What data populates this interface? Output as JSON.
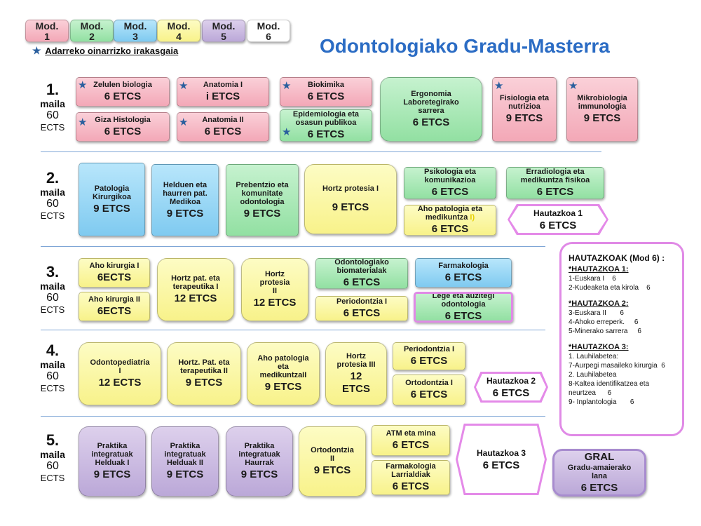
{
  "title": "Odontologiako Gradu-Masterra",
  "modules": [
    {
      "label": "Mod.\n1",
      "color": "#f3a8b7"
    },
    {
      "label": "Mod.\n2",
      "color": "#92e0a2"
    },
    {
      "label": "Mod.\n3",
      "color": "#7fcaf0"
    },
    {
      "label": "Mod.\n4",
      "color": "#f8f28a"
    },
    {
      "label": "Mod.\n5",
      "color": "#bba8d8"
    },
    {
      "label": "Mod.\n6",
      "color": "#e08ae6"
    }
  ],
  "legend": {
    "icon": "star-icon",
    "text": "Adarreko oinarrizko irakasgaia"
  },
  "years": [
    {
      "num": "1.",
      "maila": "maila",
      "ects": "60",
      "unit": "ECTS"
    },
    {
      "num": "2.",
      "maila": "maila",
      "ects": "60",
      "unit": "ECTS"
    },
    {
      "num": "3.",
      "maila": "maila",
      "ects": "60",
      "unit": "ECTS"
    },
    {
      "num": "4.",
      "maila": "maila",
      "ects": "60",
      "unit": "ECTS"
    },
    {
      "num": "5.",
      "maila": "maila",
      "ects": "60",
      "unit": "ECTS"
    }
  ],
  "courses": {
    "zelulen": {
      "name": "Zelulen biologia",
      "ects": "6 ETCS"
    },
    "giza": {
      "name": "Giza Histologia",
      "ects": "6 ETCS"
    },
    "anat1": {
      "name": "Anatomia  I",
      "ects": "i ETCS"
    },
    "anat2": {
      "name": "Anatomia  II",
      "ects": "6 ETCS"
    },
    "biokimika": {
      "name": "Biokimika",
      "ects": "6 ETCS"
    },
    "epidem": {
      "name": "Epidemiologia eta\nosasun publikoa",
      "ects": "6 ETCS"
    },
    "ergonomia": {
      "name": "Ergonomia\nLaboretegirako\nsarrera",
      "ects": "6 ETCS"
    },
    "fisiologia": {
      "name": "Fisiologia eta\nnutrizioa",
      "ects": "9 ETCS"
    },
    "mikro": {
      "name": "Mikrobiologia\nimmunologia",
      "ects": "9 ETCS"
    },
    "patologia": {
      "name": "Patologia\nKirurgikoa",
      "ects": "9 ETCS"
    },
    "helduen": {
      "name": "Helduen eta\nhaurren pat.\nMedikoa",
      "ects": "9 ETCS"
    },
    "prebentzio": {
      "name": "Prebentzio eta\nkomunitate\nodontologia",
      "ects": "9 ETCS"
    },
    "hortzprot1": {
      "name": "Hortz protesia I",
      "ects": "9 ETCS"
    },
    "psikologia": {
      "name": "Psikologia eta\nkomunikazioa",
      "ects": "6 ETCS"
    },
    "erradio": {
      "name": "Erradiologia eta\nmedikuntza fisikoa",
      "ects": "6 ETCS"
    },
    "ahopat1": {
      "name": "Aho patologia eta\nmedikuntza",
      "note": "I)",
      "ects": "6 ETCS"
    },
    "hautazkoa1": {
      "name": "Hautazkoa 1",
      "ects": "6 ETCS"
    },
    "ahokir1": {
      "name": "Aho kirurgia I",
      "ects": "6ECTS"
    },
    "ahokir2": {
      "name": "Aho kirurgia II",
      "ects": "6ECTS"
    },
    "hortzpat1": {
      "name": "Hortz pat. eta\nterapeutika  I",
      "ects": "12 ETCS"
    },
    "hortzprot2": {
      "name": "Hortz\nprotesia\nII",
      "ects": "12 ETCS"
    },
    "biomat": {
      "name": "Odontologiako\nbiomaterialak",
      "ects": "6 ETCS"
    },
    "periodontzia1": {
      "name": "Periodontzia I",
      "ects": "6 ETCS"
    },
    "farmakologia": {
      "name": "Farmakologia",
      "ects": "6 ETCS"
    },
    "lege": {
      "name": "Lege eta auzitegi\nodontologia",
      "ects": "6 ETCS"
    },
    "odontoped": {
      "name": "Odontopediatria\nI",
      "ects": "12 ECTS"
    },
    "hortzpat2": {
      "name": "Hortz. Pat. eta\nterapeutika  II",
      "ects": "9 ETCS"
    },
    "ahopat2": {
      "name": "Aho patologia\neta\nmedikuntzaII",
      "ects": "9 ETCS"
    },
    "hortzprot3": {
      "name": "Hortz\nprotesia III",
      "ects": "12\nETCS"
    },
    "periodontzia1b": {
      "name": "Periodontzia I",
      "ects": "6 ETCS"
    },
    "ortodontzia1": {
      "name": "Ortodontzia I",
      "ects": "6 ETCS"
    },
    "hautazkoa2": {
      "name": "Hautazkoa 2",
      "ects": "6 ETCS"
    },
    "praktikaH1": {
      "name": "Praktika\nintegratuak\nHelduak I",
      "ects": "9 ETCS"
    },
    "praktikaH2": {
      "name": "Praktika\nintegratuak\nHelduak II",
      "ects": "9 ETCS"
    },
    "praktikaHaur": {
      "name": "Praktika\nintegratuak\nHaurrak",
      "ects": "9 ETCS"
    },
    "ortodontzia2": {
      "name": "Ortodontzia\nII",
      "ects": "9 ETCS"
    },
    "atm": {
      "name": "ATM  eta mina",
      "ects": "6 ETCS"
    },
    "farmaklarr": {
      "name": "Farmakologia\nLarrialdiak",
      "ects": "6 ETCS"
    },
    "hautazkoa3": {
      "name": "Hautazkoa 3",
      "ects": "6 ETCS"
    },
    "gral": {
      "name": "GRAL",
      "sub": "Gradu-amaierako\nlana",
      "ects": "6 ETCS"
    }
  },
  "electives": {
    "heading": "HAUTAZKOAK (Mod 6) :",
    "groups": [
      {
        "title": "*HAUTAZKOA 1:",
        "items": [
          "1-Euskara I    6",
          "2-Kudeaketa eta kirola    6"
        ]
      },
      {
        "title": "*HAUTAZKOA 2:",
        "items": [
          "3-Euskara II       6",
          "4-Ahoko erreperk.     6",
          "5-Minerako sarrera     6"
        ]
      },
      {
        "title": "*HAUTAZKOA 3:",
        "items": [
          "1. Lauhilabetea:",
          "7-Aurpegi masaileko kirurgia  6",
          "2. Lauhilabetea",
          "8-Kaltea identifikatzea eta",
          "neurtzea      6",
          "9- Inplantologia       6"
        ]
      }
    ]
  }
}
